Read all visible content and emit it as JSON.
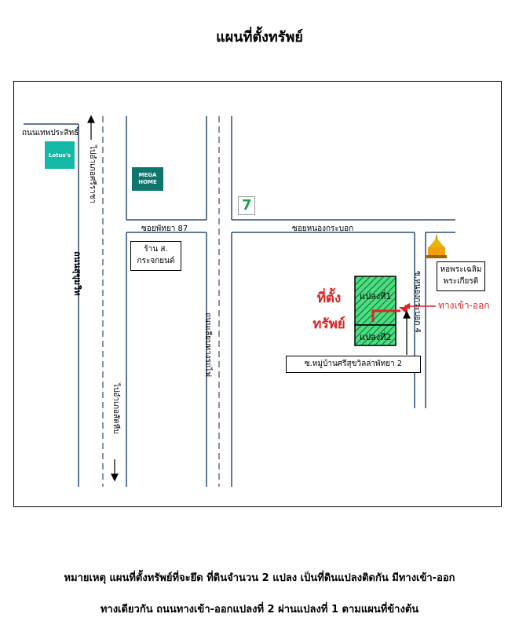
{
  "title": "แผนที่ตั้งทรัพย์",
  "roads": {
    "thepprasit": "ถนนเทพประสิทธิ์",
    "sukhumvit": "ถนนสุขุมวิท",
    "soi_pattaya_87": "ซอยพัทยา 87",
    "soi_nong_krabok": "ซอยหนองกระบอก",
    "soi_nong_krabok_4": "ซ.หนองกระบอก 4",
    "rotfai_side_road": "ถนนเลียบทางรถไฟ",
    "to_si_racha": "ไปอำเภอศรีราชา",
    "to_sattahip": "ไปอำเภอสัตหีบ",
    "village_soi": "ซ.หมู่บ้านศรีสุขวิลล่าพัทยา 2"
  },
  "landmarks": {
    "lotus": "Lotus's",
    "mega_home_1": "MEGA",
    "mega_home_2": "HOME",
    "seven_eleven": "7",
    "shop_line1": "ร้าน ส.",
    "shop_line2": "กระจกยนต์",
    "hall_line1": "หอพระเฉลิม",
    "hall_line2": "พระเกียรติ"
  },
  "property": {
    "site_line1": "ที่ตั้ง",
    "site_line2": "ทรัพย์",
    "plot1": "แปลงที่1",
    "plot2": "แปลงที่2",
    "entrance": "ทางเข้า-ออก"
  },
  "note": {
    "line1": "หมายเหตุ แผนที่ตั้งทรัพย์ที่จะยึด ที่ดินจำนวน 2 แปลง เป็นที่ดินแปลงติดกัน มีทางเข้า-ออก",
    "line2": "ทางเดียวกัน ถนนทางเข้า-ออกแปลงที่ 2 ผ่านแปลงที่ 1 ตามแผนที่ข้างต้น"
  },
  "colors": {
    "property_fill": "#4ade80",
    "accent_red": "#dc2626",
    "lotus": "#14b8a6",
    "mega_home": "#0f766e",
    "road_line": "#2f4f6f"
  }
}
